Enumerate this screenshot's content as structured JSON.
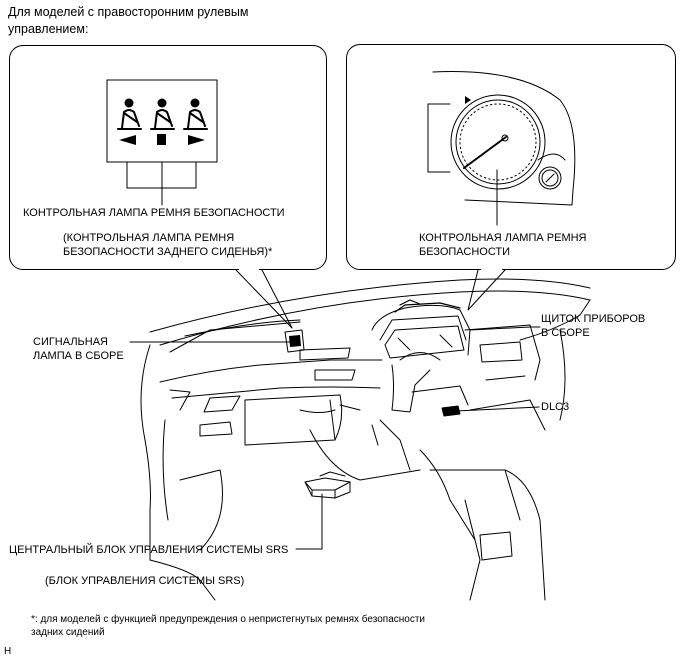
{
  "header": {
    "line1": "Для моделей с правосторонним рулевым",
    "line2": "управлением:"
  },
  "left_panel": {
    "label_main": "КОНТРОЛЬНАЯ ЛАМПА РЕМНЯ БЕЗОПАСНОСТИ",
    "label_rear_line1": "(КОНТРОЛЬНАЯ ЛАМПА РЕМНЯ",
    "label_rear_line2": "БЕЗОПАСНОСТИ ЗАДНЕГО СИДЕНЬЯ)*"
  },
  "right_panel": {
    "label_line1": "КОНТРОЛЬНАЯ ЛАМПА РЕМНЯ",
    "label_line2": "БЕЗОПАСНОСТИ"
  },
  "callouts": {
    "signal_lamp_line1": "СИГНАЛЬНАЯ",
    "signal_lamp_line2": "ЛАМПА В СБОРЕ",
    "cluster_line1": "ЩИТОК ПРИБОРОВ",
    "cluster_line2": "В СБОРЕ",
    "dlc3": "DLC3",
    "srs_ecu": "ЦЕНТРАЛЬНЫЙ БЛОК УПРАВЛЕНИЯ СИСТЕМЫ SRS",
    "srs_ecu_alt": "(БЛОК УПРАВЛЕНИЯ СИСТЕМЫ SRS)"
  },
  "footnote": {
    "line1": "*: для моделей с функцией предупреждения о непристегнутых ремнях безопасности",
    "line2": "задних сидений"
  },
  "corner_mark": "H"
}
